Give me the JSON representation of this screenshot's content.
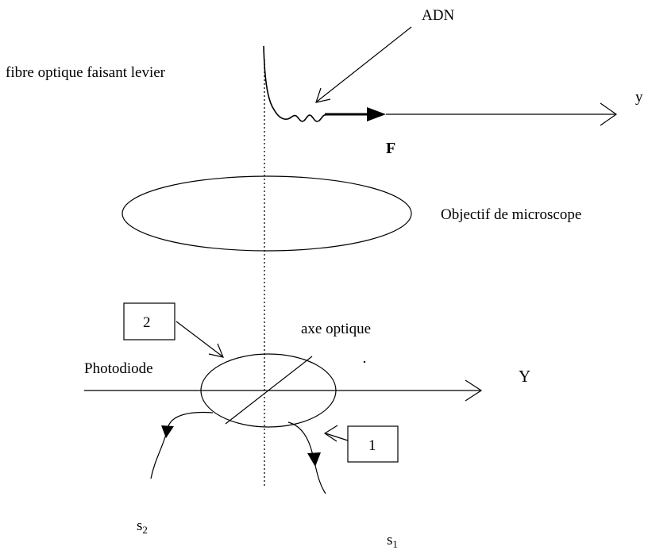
{
  "labels": {
    "fiber": "fibre optique faisant levier",
    "adn": "ADN",
    "y_axis": "y",
    "force": "F",
    "objective": "Objectif de microscope",
    "optical_axis": "axe optique",
    "photodiode": "Photodiode",
    "Y_axis": "Y",
    "box1": "1",
    "box2": "2",
    "s1": "s",
    "s1_sub": "1",
    "s2": "s",
    "s2_sub": "2"
  }
}
